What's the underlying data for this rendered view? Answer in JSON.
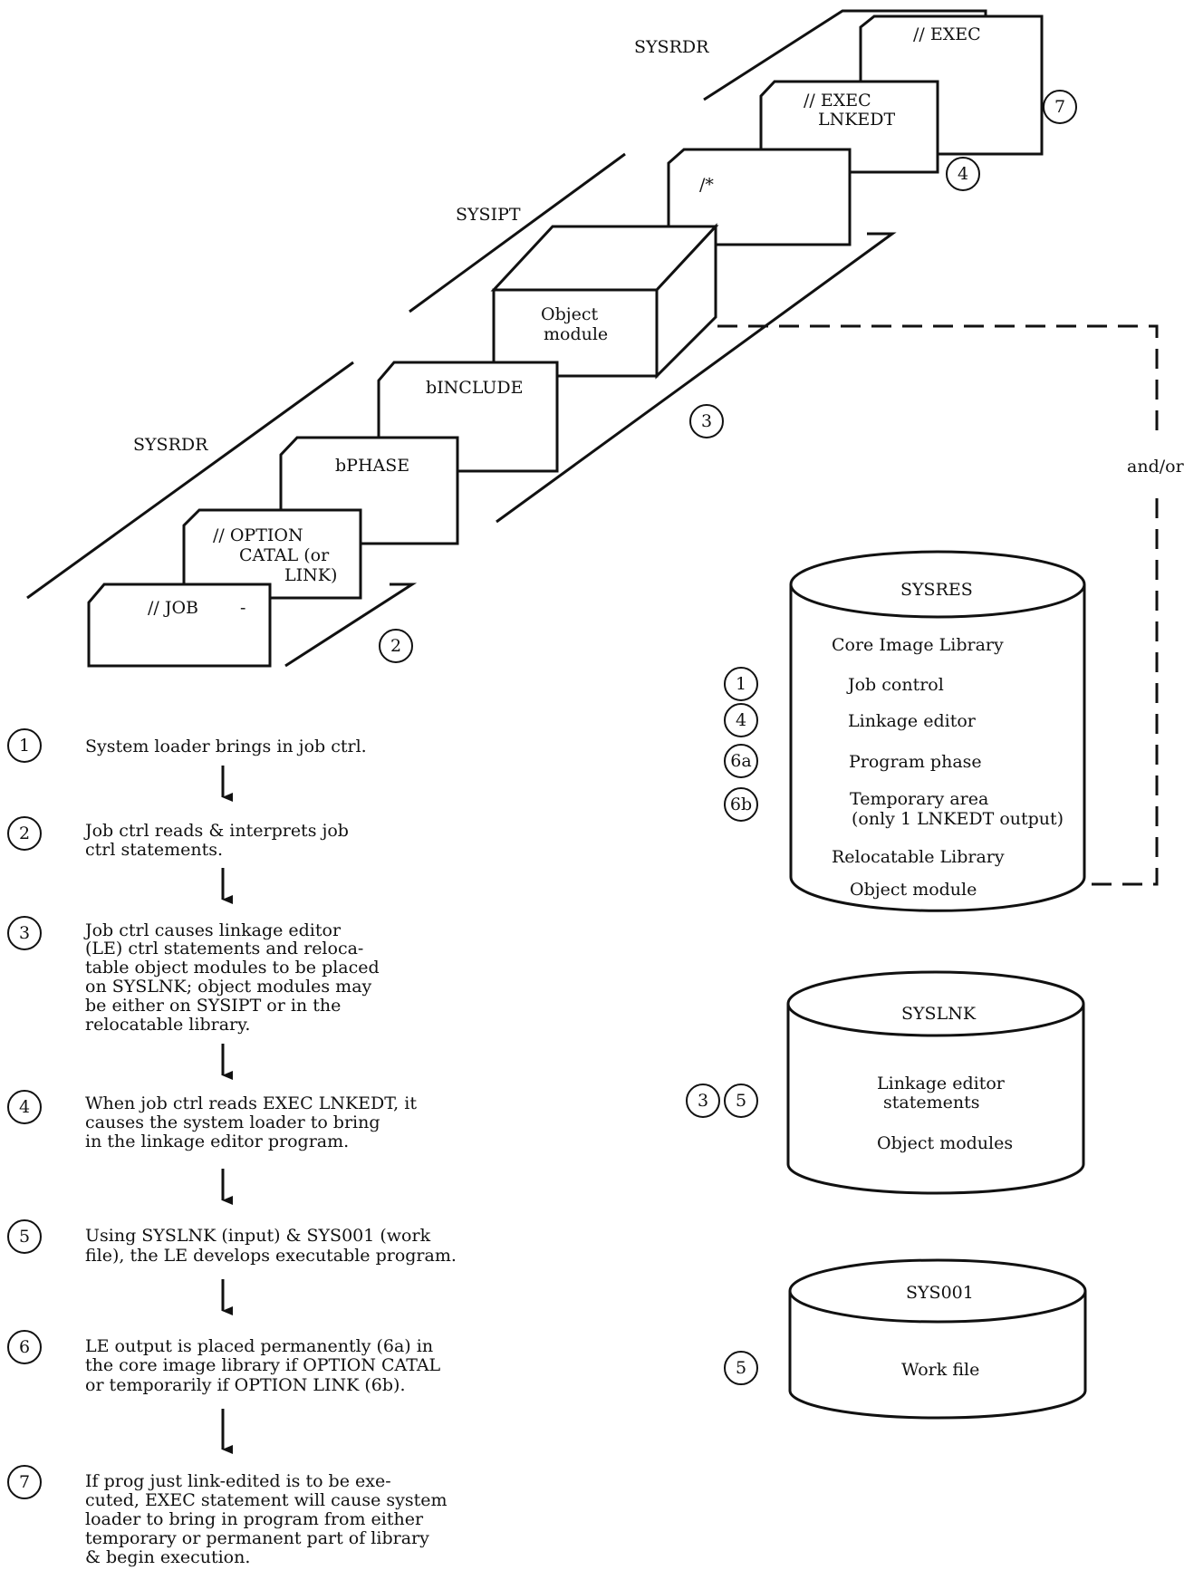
{
  "deck": {
    "sysrdr_top": "SYSRDR",
    "sysipt": "SYSIPT",
    "sysrdr_bottom": "SYSRDR",
    "cards": {
      "exec": "// EXEC",
      "exec_lnkedt_1": "// EXEC",
      "exec_lnkedt_2": "LNKEDT",
      "end_delim": "/*",
      "object_1": "Object",
      "object_2": "module",
      "include": "bINCLUDE",
      "phase": "bPHASE",
      "option_1": "// OPTION",
      "option_2": "CATAL (or",
      "option_3": "LINK)",
      "job": "// JOB",
      "job_mark": "-"
    },
    "markers": {
      "m7": "7",
      "m4": "4",
      "m3": "3",
      "m2": "2"
    }
  },
  "connector_label": "and/or",
  "sysres": {
    "title": "SYSRES",
    "core_image": "Core Image Library",
    "items": [
      {
        "marker": "1",
        "label": "Job control"
      },
      {
        "marker": "4",
        "label": "Linkage editor"
      },
      {
        "marker": "6a",
        "label": "Program phase"
      },
      {
        "marker": "6b",
        "label": "Temporary area",
        "label2": "(only 1 LNKEDT output)"
      }
    ],
    "relocatable": "Relocatable Library",
    "object_module": "Object module"
  },
  "syslnk": {
    "title": "SYSLNK",
    "line1": "Linkage editor",
    "line2": "statements",
    "line3": "Object modules",
    "markers": [
      "3",
      "5"
    ]
  },
  "sys001": {
    "title": "SYS001",
    "line1": "Work file",
    "marker": "5"
  },
  "steps": [
    {
      "marker": "1",
      "lines": [
        "System loader brings in job ctrl."
      ]
    },
    {
      "marker": "2",
      "lines": [
        "Job ctrl reads & interprets job",
        "ctrl statements."
      ]
    },
    {
      "marker": "3",
      "lines": [
        "Job ctrl causes linkage editor",
        "(LE) ctrl statements and reloca-",
        "table object modules to be placed",
        "on SYSLNK; object modules may",
        "be either on SYSIPT or in the",
        "relocatable library."
      ]
    },
    {
      "marker": "4",
      "lines": [
        "When job ctrl reads EXEC LNKEDT,  it",
        "causes the system loader to bring",
        "in the linkage editor program."
      ]
    },
    {
      "marker": "5",
      "lines": [
        "Using SYSLNK (input) & SYS001 (work",
        "file),  the LE develops executable program."
      ]
    },
    {
      "marker": "6",
      "lines": [
        "LE output is placed permanently (6a) in",
        "the core image library if OPTION CATAL",
        "or temporarily if OPTION LINK (6b)."
      ]
    },
    {
      "marker": "7",
      "lines": [
        "If prog just link-edited is to be exe-",
        "cuted, EXEC statement will cause system",
        "loader to bring in program from either",
        "temporary or permanent part of library",
        "& begin execution."
      ]
    }
  ]
}
